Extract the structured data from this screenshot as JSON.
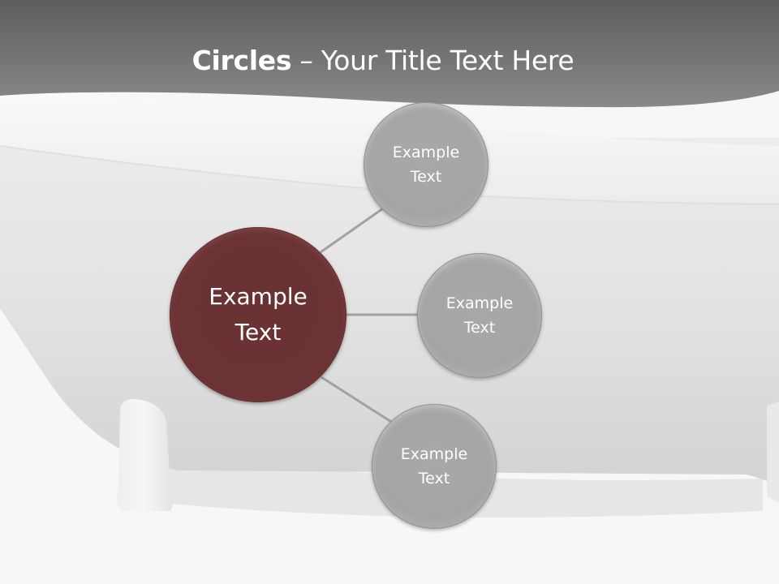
{
  "slide": {
    "title": {
      "bold": "Circles",
      "rest": " – Your Title Text Here"
    },
    "colors": {
      "header": "#6b6b6b",
      "main_circle": "#6b3334",
      "sub_circle": "#a7a6a6",
      "connector": "#a0a0a0",
      "background": "#f6f6f6"
    },
    "main_circle": {
      "line1": "Example",
      "line2": "Text"
    },
    "sub_circles": [
      {
        "line1": "Example",
        "line2": "Text"
      },
      {
        "line1": "Example",
        "line2": "Text"
      },
      {
        "line1": "Example",
        "line2": "Text"
      }
    ]
  }
}
